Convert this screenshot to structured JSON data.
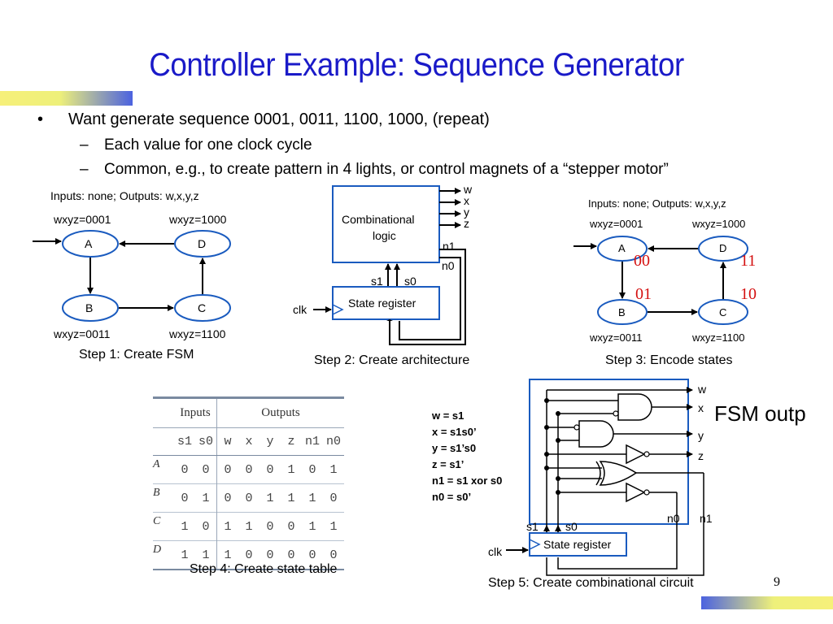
{
  "title": "Controller Example: Sequence Generator",
  "bullets": {
    "main": "Want generate sequence 0001, 0011, 1100, 1000, (repeat)",
    "sub1": "Each value for one clock cycle",
    "sub2": "Common, e.g., to create pattern in 4 lights, or control magnets of a “stepper motor”"
  },
  "step1": {
    "io": "Inputs: none; Outputs: w,x,y,z",
    "a_out": "wxyz=0001",
    "d_out": "wxyz=1000",
    "b_out": "wxyz=0011",
    "c_out": "wxyz=1100",
    "states": [
      "A",
      "B",
      "C",
      "D"
    ],
    "caption": "Step 1: Create FSM"
  },
  "step2": {
    "comb": [
      "Combinational",
      "logic"
    ],
    "outs": [
      "w",
      "x",
      "y",
      "z"
    ],
    "n1": "n1",
    "n0": "n0",
    "s1": "s1",
    "s0": "s0",
    "reg": "State register",
    "clk": "clk",
    "caption": "Step 2: Create architecture"
  },
  "step3": {
    "io": "Inputs: none; Outputs: w,x,y,z",
    "a_out": "wxyz=0001",
    "d_out": "wxyz=1000",
    "b_out": "wxyz=0011",
    "c_out": "wxyz=1100",
    "codes": {
      "A": "00",
      "B": "01",
      "C": "10",
      "D": "11"
    },
    "caption": "Step 3: Encode states"
  },
  "step4": {
    "inputs_header": "Inputs",
    "outputs_header": "Outputs",
    "columns": [
      "s1",
      "s0",
      "w",
      "x",
      "y",
      "z",
      "n1",
      "n0"
    ],
    "rows": [
      {
        "state": "A",
        "values": [
          "0",
          "0",
          "0",
          "0",
          "0",
          "1",
          "0",
          "1"
        ]
      },
      {
        "state": "B",
        "values": [
          "0",
          "1",
          "0",
          "0",
          "1",
          "1",
          "1",
          "0"
        ]
      },
      {
        "state": "C",
        "values": [
          "1",
          "0",
          "1",
          "1",
          "0",
          "0",
          "1",
          "1"
        ]
      },
      {
        "state": "D",
        "values": [
          "1",
          "1",
          "1",
          "0",
          "0",
          "0",
          "0",
          "0"
        ]
      }
    ],
    "caption": "Step 4: Create state table"
  },
  "equations": [
    "w = s1",
    "x = s1s0’",
    "y = s1’s0",
    "z = s1’",
    "n1 = s1 xor s0",
    "n0 = s0’"
  ],
  "step5": {
    "outs": [
      "w",
      "x",
      "y",
      "z"
    ],
    "n0": "n0",
    "n1": "n1",
    "s1": "s1",
    "s0": "s0",
    "reg": "State register",
    "clk": "clk",
    "caption": "Step 5: Create  combinational circuit"
  },
  "overflow_text": "FSM outp",
  "page_number": "9"
}
